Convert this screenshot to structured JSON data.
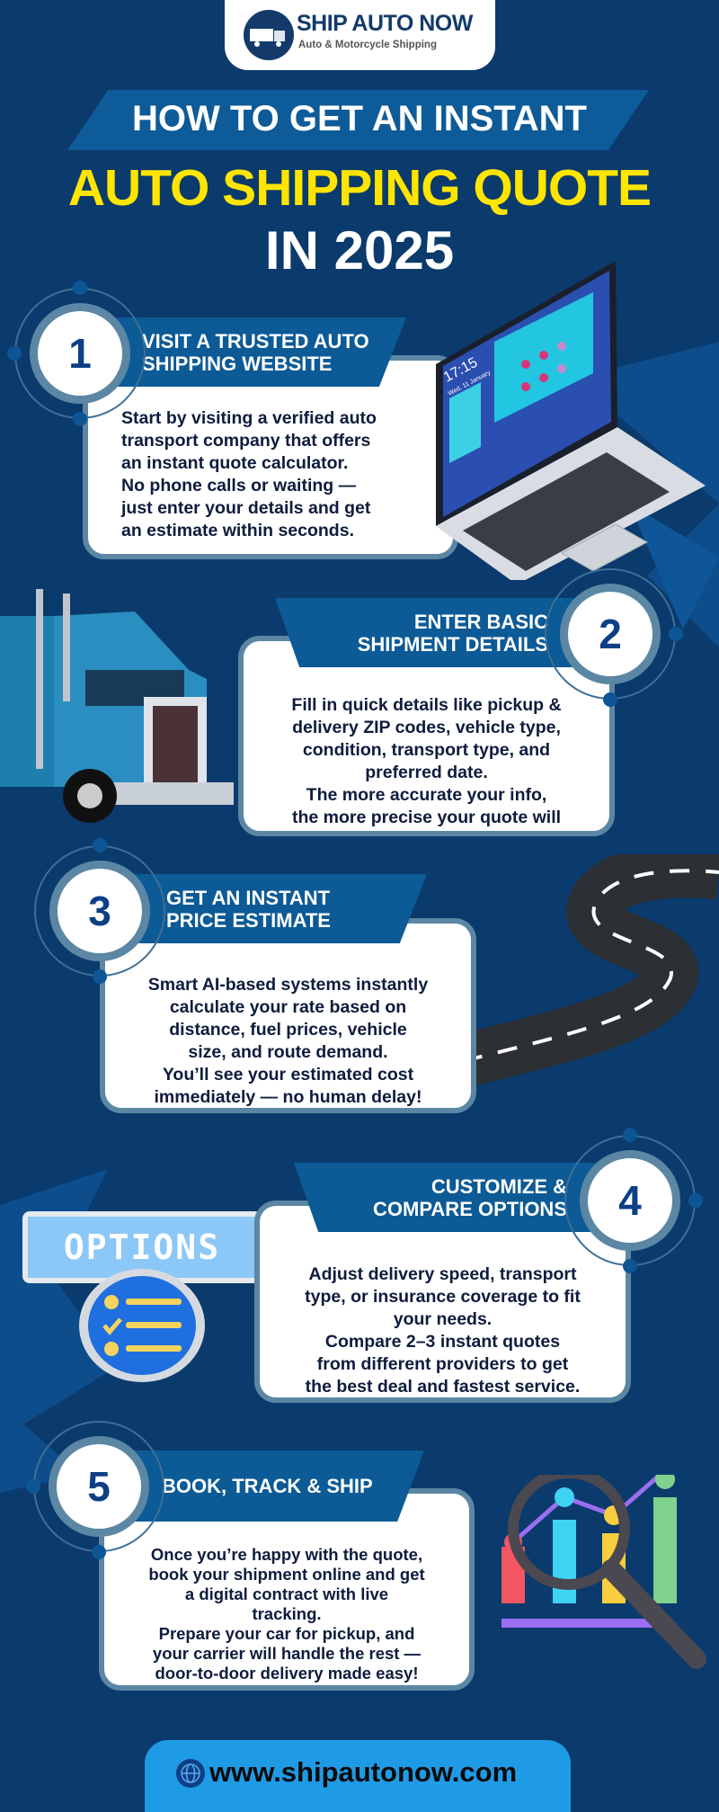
{
  "brand": {
    "name": "SHIP AUTO NOW",
    "tagline": "Auto & Motorcycle Shipping"
  },
  "header": {
    "line1": "HOW TO GET AN INSTANT",
    "line2": "AUTO SHIPPING QUOTE",
    "line3": "IN 2025"
  },
  "steps": [
    {
      "number": "1",
      "title": [
        "VISIT A TRUSTED AUTO",
        "SHIPPING WEBSITE"
      ],
      "body": [
        "Start by visiting a verified auto",
        "transport company that offers",
        "an instant quote calculator.",
        "No phone calls or waiting —",
        "just enter your details and get",
        "an estimate within seconds."
      ]
    },
    {
      "number": "2",
      "title": [
        "ENTER BASIC",
        "SHIPMENT DETAILS"
      ],
      "body": [
        "Fill in quick details like pickup &",
        "delivery ZIP codes, vehicle type,",
        "condition, transport type, and",
        "preferred date.",
        "The more accurate your info,",
        "the more precise your quote will"
      ]
    },
    {
      "number": "3",
      "title": [
        "GET AN INSTANT",
        "PRICE ESTIMATE"
      ],
      "body": [
        "Smart AI-based systems instantly",
        "calculate your rate based on",
        "distance, fuel prices, vehicle",
        "size, and route demand.",
        "You’ll see your estimated cost",
        "immediately — no human delay!"
      ]
    },
    {
      "number": "4",
      "title": [
        "CUSTOMIZE &",
        "COMPARE OPTIONS"
      ],
      "body": [
        "Adjust delivery speed, transport",
        "type, or insurance coverage to fit",
        "your needs.",
        "Compare 2–3 instant quotes",
        "from different providers to get",
        "the best deal and fastest service."
      ]
    },
    {
      "number": "5",
      "title": [
        "BOOK, TRACK & SHIP"
      ],
      "body": [
        "Once you’re happy with the quote,",
        "book your shipment online and get",
        "a digital contract with live",
        "tracking.",
        "Prepare your car for pickup, and",
        "your carrier will handle the rest —",
        "door-to-door delivery made easy!"
      ]
    }
  ],
  "laptop": {
    "time": "17:15",
    "date": "Wed, 11 January"
  },
  "options_label": "OPTIONS",
  "footer": {
    "url": "www.shipautonow.com",
    "icon": "globe-icon"
  },
  "colors": {
    "background": "#0b3a6c",
    "banner": "#0c5a96",
    "title_yellow": "#ffe500",
    "footer": "#1f9be6"
  }
}
